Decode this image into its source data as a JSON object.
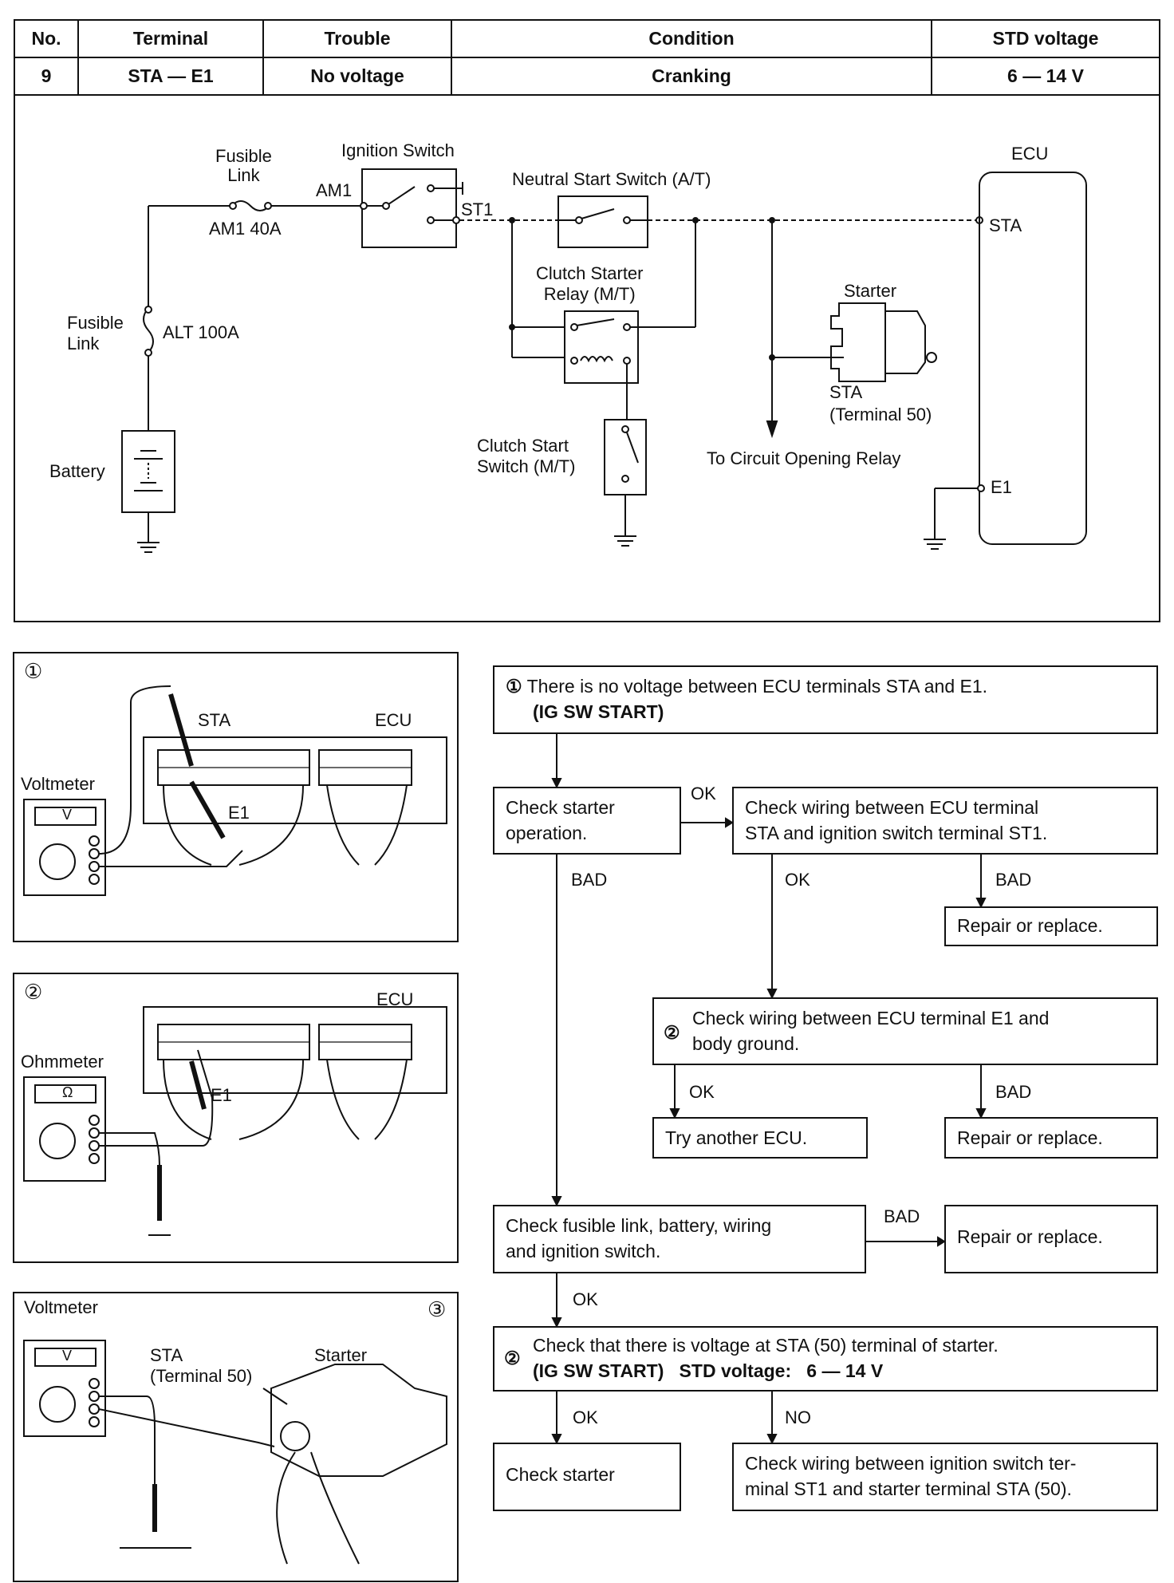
{
  "table": {
    "headers": [
      "No.",
      "Terminal",
      "Trouble",
      "Condition",
      "STD voltage"
    ],
    "row": [
      "9",
      "STA — E1",
      "No voltage",
      "Cranking",
      "6 — 14 V"
    ]
  },
  "circuit": {
    "fusible_link_top": "Fusible\nLink",
    "am1_40a": "AM1 40A",
    "ignition_switch": "Ignition Switch",
    "am1": "AM1",
    "st1": "ST1",
    "neutral_start_switch": "Neutral Start Switch (A/T)",
    "ecu": "ECU",
    "sta": "STA",
    "e1": "E1",
    "clutch_starter_relay": "Clutch Starter\nRelay (M/T)",
    "starter": "Starter",
    "fusible_link_left": "Fusible\nLink",
    "alt_100a": "ALT 100A",
    "sta_terminal": "STA\n(Terminal 50)",
    "battery": "Battery",
    "clutch_start_switch": "Clutch Start\nSwitch (M/T)",
    "to_circuit_opening_relay": "To Circuit Opening Relay"
  },
  "illustrations": {
    "fig1": {
      "num": "①",
      "meter": "Voltmeter",
      "sta": "STA",
      "ecu": "ECU",
      "e1": "E1",
      "dial": "V"
    },
    "fig2": {
      "num": "②",
      "meter": "Ohmmeter",
      "ecu": "ECU",
      "e1": "E1",
      "dial": "Ω"
    },
    "fig3": {
      "num": "③",
      "meter": "Voltmeter",
      "sta": "STA\n(Terminal 50)",
      "starter": "Starter",
      "dial": "V"
    }
  },
  "flowchart": {
    "step1_num": "①",
    "step1_text": "There is no voltage between ECU terminals STA and E1.",
    "step1_bold": "(IG SW START)",
    "check_starter_op": "Check starter\noperation.",
    "check_wiring_sta_st1": "Check wiring between ECU terminal\nSTA and ignition switch terminal ST1.",
    "repair1": "Repair or replace.",
    "step2_num": "②",
    "check_wiring_e1": "Check wiring between ECU terminal E1 and\nbody ground.",
    "try_another_ecu": "Try another ECU.",
    "repair2": "Repair or replace.",
    "check_fusible": "Check fusible link, battery, wiring\nand ignition switch.",
    "repair3": "Repair or replace.",
    "step3_num": "②",
    "check_voltage_sta": "Check that there is voltage at STA (50) terminal of starter.",
    "check_voltage_bold": "(IG SW START)   STD voltage:   6 — 14 V",
    "check_starter": "Check starter",
    "check_wiring_st1_sta": "Check wiring between ignition switch ter-\nminal ST1 and starter terminal STA (50).",
    "ok": "OK",
    "bad": "BAD",
    "no": "NO"
  }
}
